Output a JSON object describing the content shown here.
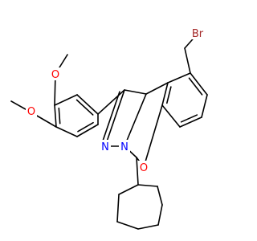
{
  "colors": {
    "bond": "#000000",
    "carbon": "#000000",
    "oxygen": "#ff0000",
    "nitrogen": "#0000ff",
    "bromine": "#a52a2a"
  },
  "labels": {
    "br": "Br",
    "o_ring": "O",
    "o_methoxy_top": "O",
    "o_methoxy_left": "O",
    "n_imine": "N",
    "n_ring": "N"
  }
}
